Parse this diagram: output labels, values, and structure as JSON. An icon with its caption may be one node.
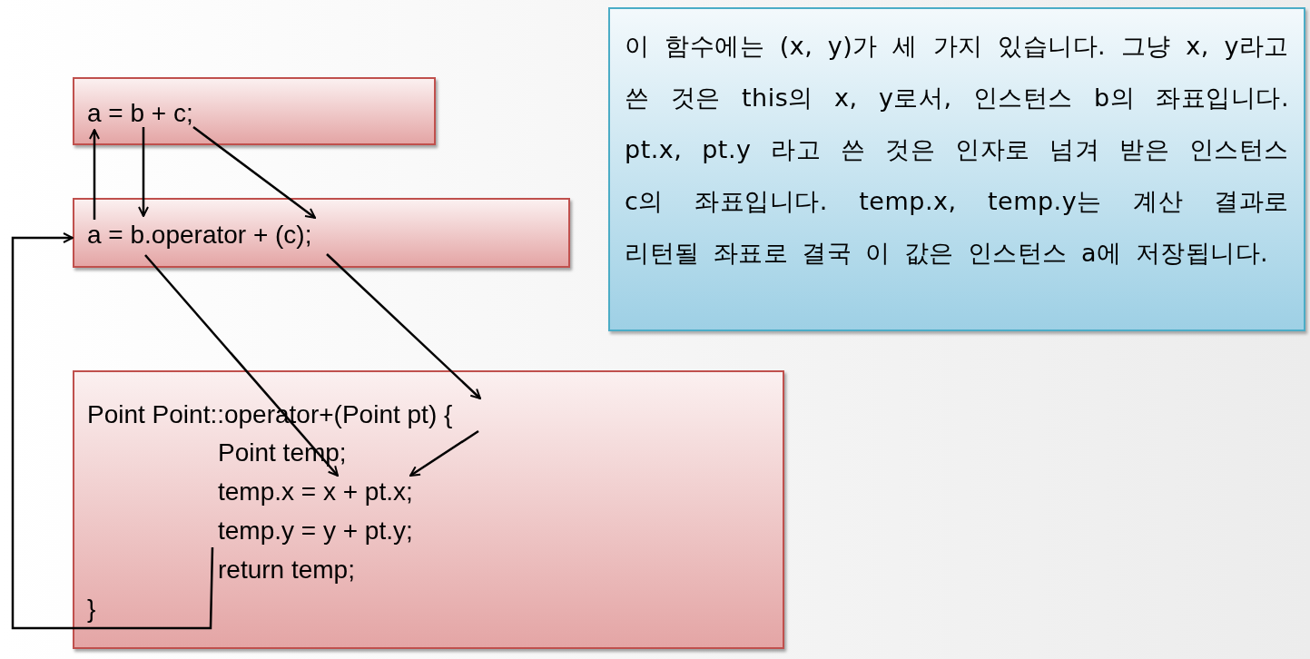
{
  "diagram": {
    "nodes": [
      {
        "text": [
          "a = b + c;"
        ]
      },
      {
        "text": [
          "a = b.operator + (c);"
        ]
      },
      {
        "text": [],
        "shape": "box"
      },
      {
        "text": [
          "Point Point::operator+(Point pt) {"
        ],
        "in": 2
      },
      {
        "text": [
          "Point temp;"
        ],
        "in": 2
      },
      {
        "text": [
          "temp.x = x + pt.x;"
        ],
        "in": 2
      },
      {
        "text": [
          "temp.y = y + pt.y;"
        ],
        "in": 2
      },
      {
        "text": [
          "return temp;"
        ],
        "in": 2
      },
      {
        "text": [
          "}"
        ],
        "in": 2
      },
      {
        "text": [
          "이 함수에는 (x, y)가 세 가지 있습니다. 그냥 x, y라고 쓴 것은 this의 x, y로서, 인스턴스 b의 좌표입니다. pt.x, pt.y 라고 쓴 것은 인자로 넘겨 받은 인스턴스 c의 좌표입니다. temp.x, temp.y는 계산 결과로 리턴될 좌표로 결국 이 값은 인스턴스 a에 저장됩니다."
        ]
      }
    ],
    "edges": [
      {
        "from": 1,
        "to": 0,
        "arrow": "to"
      },
      {
        "from": 0,
        "to": 1,
        "arrow": "to"
      },
      {
        "from": 0,
        "to": 1,
        "arrow": "to"
      },
      {
        "from": 1,
        "to": 5,
        "arrow": "to"
      },
      {
        "from": 1,
        "to": 3,
        "arrow": "to"
      },
      {
        "from": 3,
        "to": 5,
        "arrow": "to"
      },
      {
        "from": 6,
        "to": 1,
        "arrow": "to"
      }
    ]
  }
}
